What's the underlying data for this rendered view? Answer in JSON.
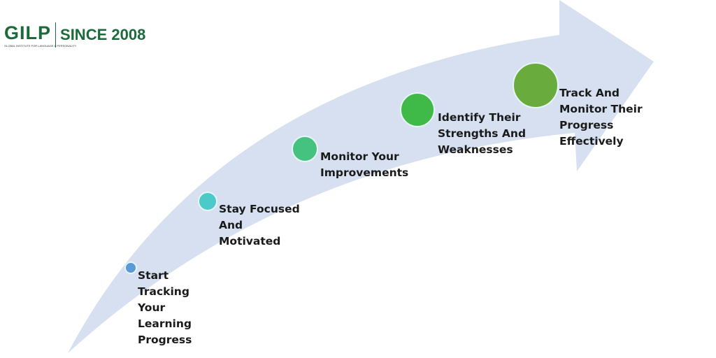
{
  "logo": {
    "brand": "GILP",
    "tagline": "GLOBAL INSTITUTE FOR LANGUAGE & PERSONALITY",
    "since": "SINCE 2008"
  },
  "steps": [
    {
      "label": "Start\nTracking\nYour\nLearning\nProgress",
      "color": "#5b9bd5"
    },
    {
      "label": "Stay Focused\nAnd\nMotivated",
      "color": "#4cc9c9"
    },
    {
      "label": "Monitor Your\nImprovements",
      "color": "#45c27f"
    },
    {
      "label": "Identify Their\nStrengths And\nWeaknesses",
      "color": "#3fba48"
    },
    {
      "label": "Track And\nMonitor Their\nProgress\nEffectively",
      "color": "#6aab3e"
    }
  ],
  "colors": {
    "arrow": "#d6e0f0",
    "brand": "#1b6b3a"
  }
}
